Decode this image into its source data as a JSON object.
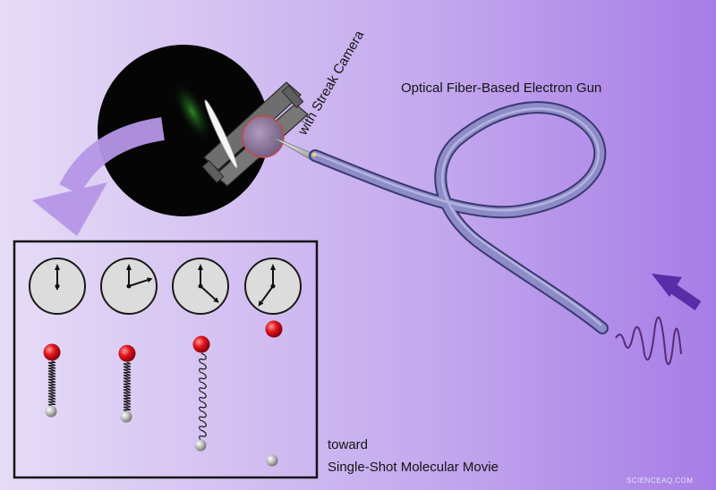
{
  "labels": {
    "streak_camera": "with Streak Camera",
    "electron_gun": "Optical Fiber-Based Electron Gun",
    "toward": "toward",
    "movie": "Single-Shot Molecular Movie"
  },
  "watermark": "SCIENCEAQ.COM",
  "colors": {
    "background_left": "#e6dcf6",
    "background_right": "#a67de6",
    "fiber": "#8e8cc8",
    "atom_red": "#e0141e",
    "atom_grey": "#bdbdbd",
    "pulse": "#5a2a78",
    "laser_arrow": "#5a2ca8",
    "curved_arrow": "#b596e6",
    "screen_glow": "#2e8a2e"
  },
  "snapshots": [
    {
      "clock_minutes": 0,
      "bond_stretch": 0.18
    },
    {
      "clock_minutes": 12,
      "bond_stretch": 0.24
    },
    {
      "clock_minutes": 22,
      "bond_stretch": 0.78
    },
    {
      "clock_minutes": 36,
      "bond_stretch": 1.0,
      "dissociated": true
    }
  ]
}
